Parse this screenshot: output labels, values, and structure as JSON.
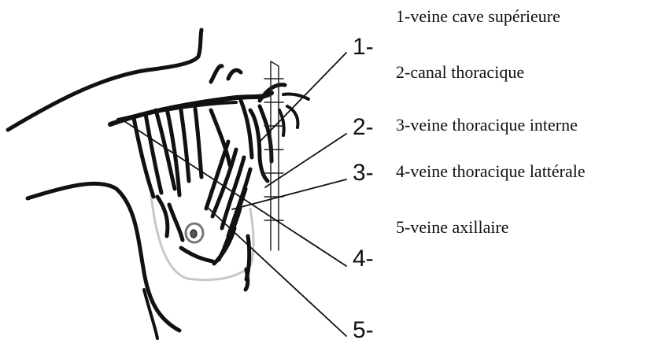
{
  "callouts": [
    {
      "num": "1-",
      "label": "veine cave supérieure"
    },
    {
      "num": "2-",
      "label": "canal thoracique"
    },
    {
      "num": "3-",
      "label": "veine thoracique interne"
    },
    {
      "num": "4-",
      "label": "veine thoracique lattérale"
    },
    {
      "num": "5-",
      "label": "veine axillaire"
    }
  ],
  "legend": [
    "1-veine cave supérieure",
    "2-canal thoracique",
    "3-veine thoracique interne",
    "4-veine thoracique lattérale",
    "5-veine axillaire"
  ],
  "colors": {
    "line": "#111111",
    "breast_outline": "#c8c8c8",
    "areola": "#777777"
  }
}
